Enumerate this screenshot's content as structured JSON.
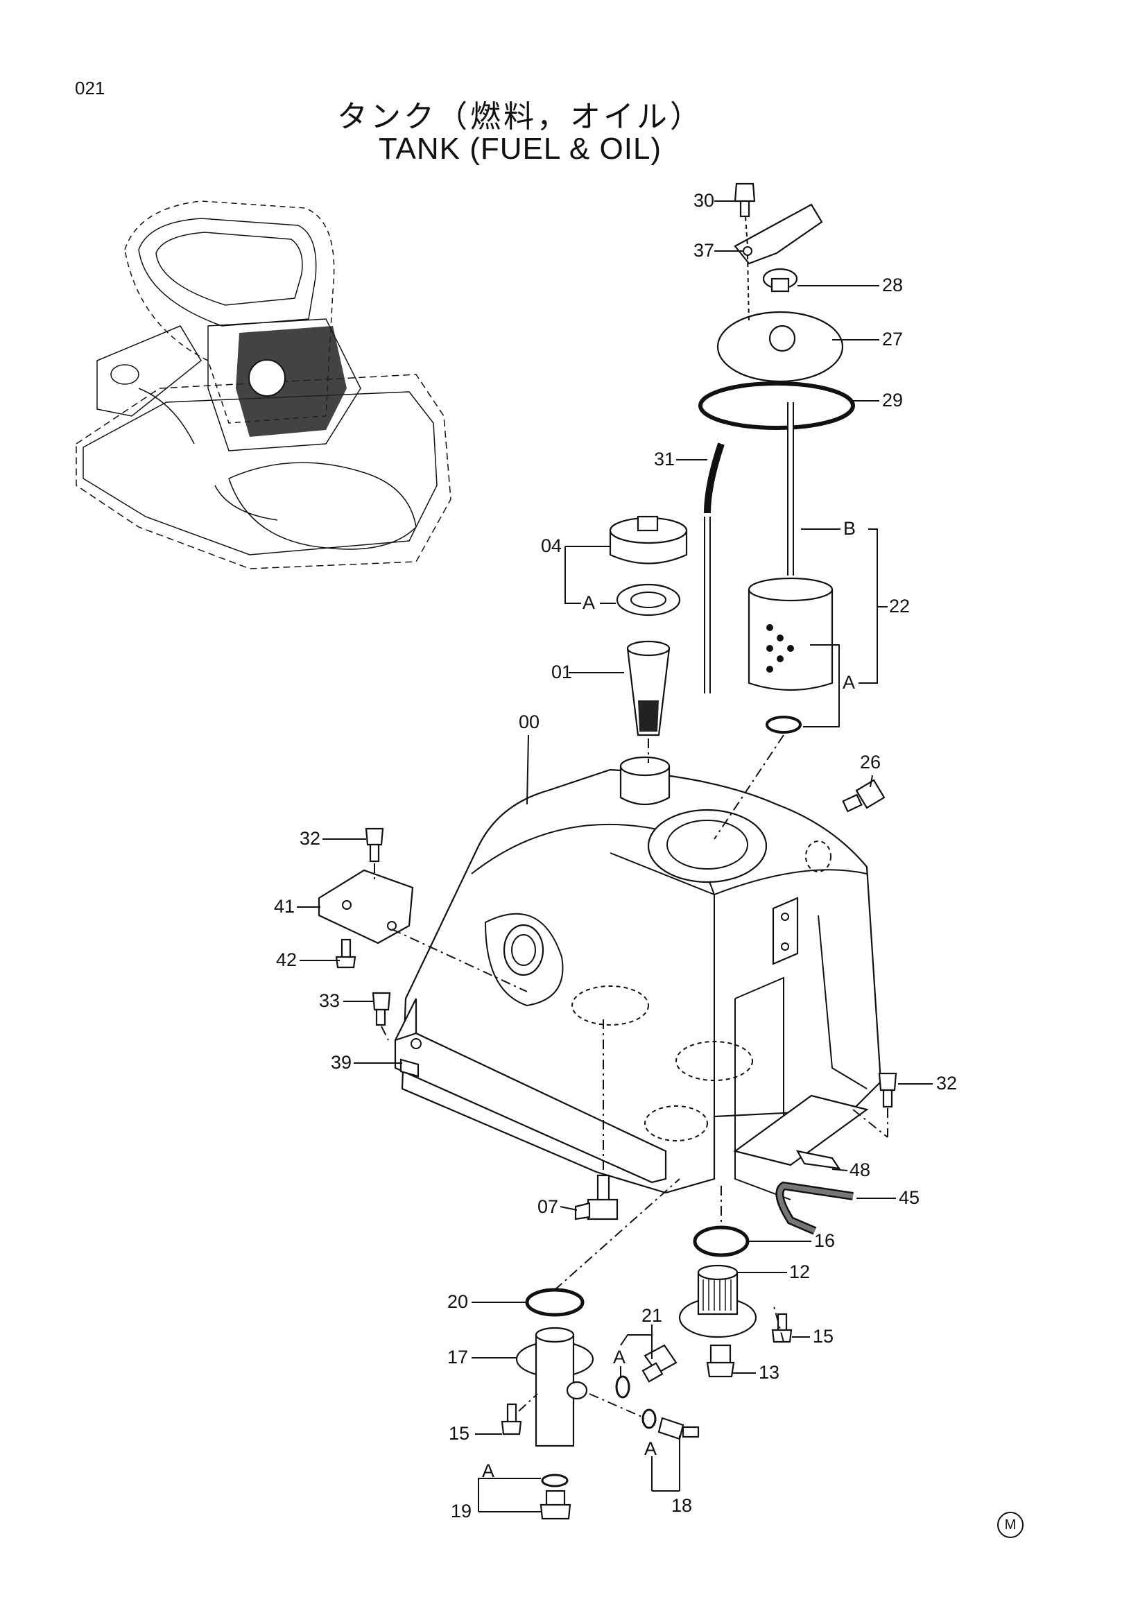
{
  "page_number": "021",
  "title_jp": "タンク（燃料，オイル）",
  "title_en": "TANK  (FUEL & OIL)",
  "corner_mark": "M",
  "group_letters": {
    "a": "A",
    "b": "B"
  },
  "parts": {
    "p00": "00",
    "p01": "01",
    "p04": "04",
    "p07": "07",
    "p12": "12",
    "p13": "13",
    "p15a": "15",
    "p15b": "15",
    "p16": "16",
    "p17": "17",
    "p18": "18",
    "p19": "19",
    "p20": "20",
    "p21": "21",
    "p22": "22",
    "p26": "26",
    "p27": "27",
    "p28": "28",
    "p29": "29",
    "p30": "30",
    "p31": "31",
    "p32a": "32",
    "p32b": "32",
    "p33": "33",
    "p37": "37",
    "p39": "39",
    "p41": "41",
    "p42": "42",
    "p45": "45",
    "p48": "48"
  }
}
